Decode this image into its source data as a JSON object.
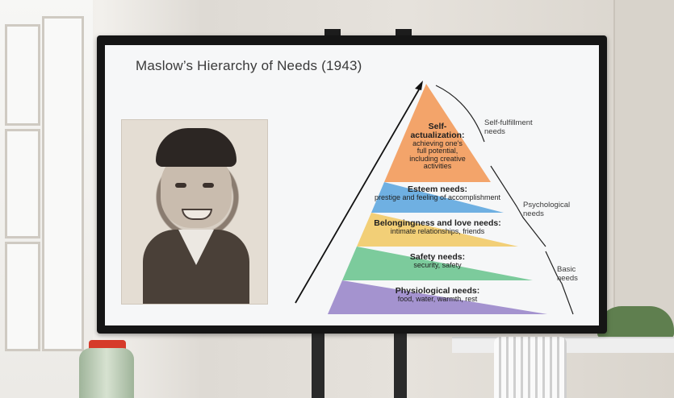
{
  "slide": {
    "title": "Maslow’s Hierarchy of Needs (1943)"
  },
  "pyramid": {
    "levels": [
      {
        "heading": "Self-",
        "heading2": "actualization:",
        "desc_lines": [
          "achieving one's",
          "full potential,",
          "including creative",
          "activities"
        ],
        "color": "#f3a46a"
      },
      {
        "heading": "Esteem needs:",
        "desc": "prestige and feeling of accomplishment",
        "color": "#6fb0e2"
      },
      {
        "heading": "Belongingness and love needs:",
        "desc": "intimate relationships, friends",
        "color": "#f2cf77"
      },
      {
        "heading": "Safety needs:",
        "desc": "security, safety",
        "color": "#7ccb9c"
      },
      {
        "heading": "Physiological needs:",
        "desc": "food, water, warmth, rest",
        "color": "#a493cf"
      }
    ],
    "groups": [
      {
        "line1": "Self-fulfillment",
        "line2": "needs"
      },
      {
        "line1": "Psychological",
        "line2": "needs"
      },
      {
        "line1": "Basic",
        "line2": "needs"
      }
    ]
  },
  "icons": {
    "photo": "portrait-photo",
    "arrow": "arrow-up-right"
  }
}
